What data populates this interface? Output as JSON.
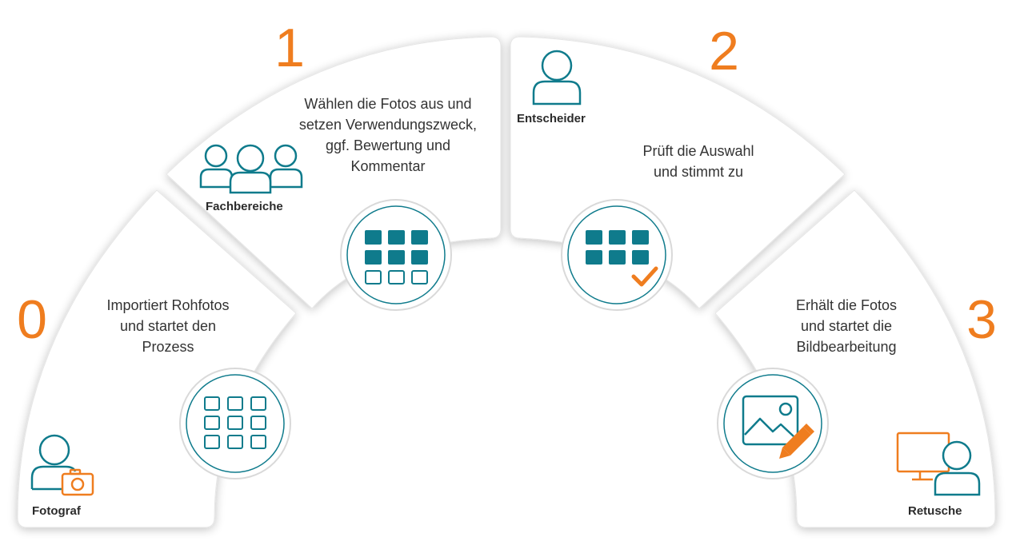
{
  "colors": {
    "accent": "#ef7d1f",
    "teal": "#0f7b8c",
    "card": "#ffffff",
    "text": "#333333"
  },
  "steps": [
    {
      "number": "0",
      "role": "Fotograf",
      "role_icon": "photographer-icon",
      "step_icon": "empty-grid-icon",
      "description": [
        "Importiert Rohfotos",
        "und startet den",
        "Prozess"
      ]
    },
    {
      "number": "1",
      "role": "Fachbereiche",
      "role_icon": "group-icon",
      "step_icon": "selection-grid-icon",
      "description": [
        "Wählen die Fotos aus und",
        "setzen Verwendungszweck,",
        "ggf. Bewertung und",
        "Kommentar"
      ]
    },
    {
      "number": "2",
      "role": "Entscheider",
      "role_icon": "user-icon",
      "step_icon": "approved-grid-icon",
      "description": [
        "Prüft die Auswahl",
        "und stimmt zu"
      ]
    },
    {
      "number": "3",
      "role": "Retusche",
      "role_icon": "retoucher-icon",
      "step_icon": "image-edit-icon",
      "description": [
        "Erhält die Fotos",
        "und startet die",
        "Bildbearbeitung"
      ]
    }
  ]
}
